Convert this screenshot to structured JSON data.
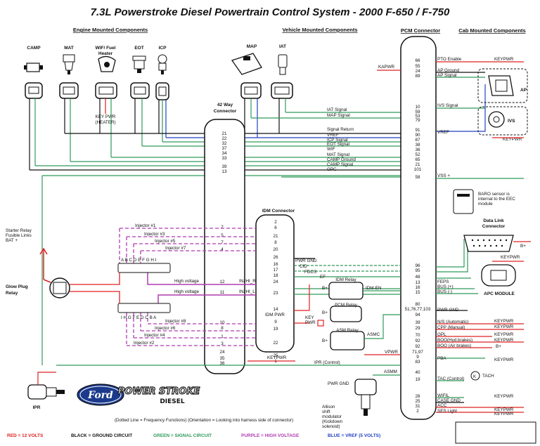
{
  "title": "7.3L Powerstroke Diesel Powertrain Control System - 2000 F-650 / F-750",
  "headers": {
    "engine": "Engine Mounted Components",
    "vehicle": "Vehicle Mounted Components",
    "pcm": "PCM Connector",
    "cab": "Cab Mounted Components"
  },
  "sensors": [
    {
      "label": "CAMP"
    },
    {
      "label": "MAT"
    },
    {
      "label": "WIF/ Fuel"
    },
    {
      "label": "Heater"
    },
    {
      "label": "EOT"
    },
    {
      "label": "ICP"
    },
    {
      "label": "MAP"
    },
    {
      "label": "IAT"
    }
  ],
  "key_pwr_heater": [
    "KEY PWR",
    "(HEATER)"
  ],
  "way42": {
    "title1": "42 Way",
    "title2": "Connector",
    "pins_top": [
      "21",
      "22",
      "32",
      "37",
      "34",
      "33",
      "39",
      "13"
    ],
    "pins_inj": [
      "2",
      "5",
      "7",
      "4"
    ],
    "pins_hv": [
      "12",
      "11"
    ],
    "pins_bot": [
      "10",
      "8",
      "1",
      "3",
      "24",
      "35",
      "36"
    ]
  },
  "signal_labels": [
    "IAT Signal",
    "MAP Signal",
    "Signal Return",
    "VREF",
    "ICP Signal",
    "EOT Signal",
    "WIF",
    "MAT Signal",
    "CAMP Ground",
    "CAMP Signal",
    "GPC"
  ],
  "pcm_pins_top": [
    "66",
    "55",
    "24",
    "89"
  ],
  "pcm_pins_ivs": [
    "10",
    "59",
    "53",
    "79"
  ],
  "pcm_pins_sig": [
    "91",
    "90",
    "87",
    "38",
    "36",
    "52",
    "65",
    "21",
    "101",
    "58"
  ],
  "pcm_pins_mid": [
    "96",
    "95",
    "48",
    "13",
    "16",
    "15"
  ],
  "pcm_pins_pwr": [
    "80",
    "51,76,77,103",
    "94"
  ],
  "pcm_pins_lower": [
    "39",
    "29",
    "70",
    "92",
    "92",
    "71,97",
    "9",
    "83"
  ],
  "pcm_pins_tac": [
    "40",
    "19"
  ],
  "pcm_pins_bot": [
    "28",
    "25",
    "31",
    "2"
  ],
  "kapwr": "KAPWR",
  "pcm_right_labels": {
    "pto": "PTO Enable",
    "ap_ground": "AP Ground",
    "ap_signal": "AP Signal",
    "ivs_signal": "IVS Signal",
    "vref": "VREF",
    "vss": "VSS +",
    "feps": "FEPS",
    "bus_plus": "BUS (+)",
    "bus_minus": "BUS (-)",
    "pwr_gnd": "PWR GND",
    "ns": "N/S (Automatic)",
    "cpp": "CPP (Manual)",
    "gpl": "GPL",
    "boo_hyd": "BOO(Hyd.brakes)",
    "boo_air": "BOO (Air brakes)",
    "pba": "PBA",
    "tac": "TAC (Control)",
    "wifil": "WIFIL",
    "case_gnd": "CASE GND",
    "acc": "ACC",
    "ses": "SES Light"
  },
  "keypwr": "KEYPWR",
  "b_plus": "B+",
  "ap": "AP",
  "ivs": "IVS",
  "tach": "TACH",
  "baro": [
    "BARO sensor is",
    "internal to the EEC",
    "module"
  ],
  "data_link": [
    "Data Link",
    "Connector"
  ],
  "apc_module": "APC MODULE",
  "idm": {
    "title": "IDM Connector",
    "pins": [
      "2",
      "6",
      "21",
      "8",
      "20",
      "26",
      "16",
      "17",
      "18",
      "24",
      "23",
      "14",
      "9",
      "19",
      "22",
      "25",
      "1"
    ],
    "idm_pwr": "IDM PWR",
    "pwr_gnd": "PWR GND",
    "cid": "CID",
    "fdcs": "FDCS",
    "ef": "EF",
    "idm_en": "IDM-EN",
    "injhi_r": "INJHI_R",
    "injhi_l": "INJHI_L"
  },
  "injectors": [
    "Injector #1",
    "Injector #3",
    "Injector #5",
    "Injector #7",
    "Injector #8",
    "Injector #6",
    "Injector #4",
    "Injector #2"
  ],
  "high_voltage": "High voltage",
  "connector_letters_top": "A B C D E F G H I",
  "connector_letters_bot": "I H G F E D C B A",
  "relays": {
    "idm": "IDM Relay",
    "pcm": "PCM Relay",
    "asm": "ASM Relay",
    "key_pwr": [
      "KEY",
      "PWR"
    ],
    "asmc": "ASMC",
    "asmm": "ASMM",
    "vpwr": "VPWR",
    "ipr_control": "IPR (Control)",
    "keypwr": "KEYPWR"
  },
  "starter_relay": [
    "Starter Relay",
    "Fusible Links",
    "BAT +"
  ],
  "glow_plug": [
    "Glow Plug",
    "Relay"
  ],
  "ipr": "IPR",
  "ford": "Ford",
  "powerstroke": [
    "POWER STROKE",
    "DIESEL"
  ],
  "allison": [
    "Allison",
    "shift",
    "modulator",
    "(Kickdown",
    "solenoid)"
  ],
  "footnote": "(Dotted Line = Frequency Functions) (Orientation = Looking into harness side of connector)",
  "legend": {
    "red": "RED = 12 VOLTS",
    "black": "BLACK = GROUND CIRCUIT",
    "green": "GREEN = SIGNAL CIRCUIT",
    "purple": "PURPLE = HIGH VOLTAGE",
    "blue": "BLUE = VREF (5 VOLTS)"
  },
  "colors": {
    "red": "#e02020",
    "green": "#2e9a5a",
    "purple": "#b03ab0",
    "blue": "#2040c0",
    "black": "#111111"
  }
}
